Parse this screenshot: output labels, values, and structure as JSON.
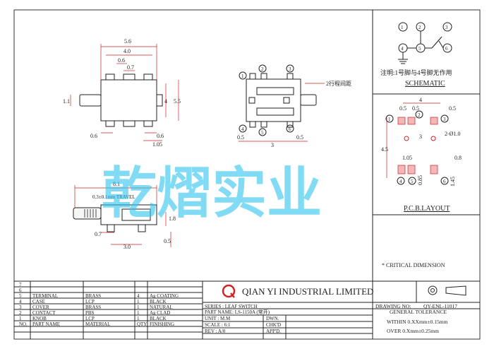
{
  "watermark": "乾熠实业",
  "company": "QIAN YI INDUSTRIAL LIMITED",
  "logo_letter": "Q",
  "drawing_no_label": "DRAWING NO:",
  "drawing_no": "QY-ENL-11017",
  "series": "SERIES : LEAF SWITCH",
  "part_name": "PART NAME: LS-1150A (常开)",
  "unit": "UNIT : M.M",
  "scale": "SCALE : 6:1",
  "rev": "REV  : A/0",
  "dwn": "DWN.",
  "chkd": "CHK'D",
  "appd": "APP'D.",
  "general_tolerance": "GENERAL TOLERANCE",
  "tol_within": "WITHIN 0.XXmm±0.15mm",
  "tol_over": "OVER   0.Xmm±0.25mm",
  "critical_dimension": "* CRITICAL  DIMENSION",
  "schematic_title": "SCHEMATIC",
  "schematic_note": "注明:1号脚与4号脚无作用",
  "pcb_title": "P.C.B.LAYOUT",
  "travel_note": "0.3±0.1mm TRAVEL",
  "travel_gap_note": "2行程间距",
  "bom": {
    "header": {
      "no": "NO.",
      "part": "PART NAME",
      "material": "MATERIAL",
      "qty": "QTY",
      "finishing": "FINISHING"
    },
    "rows": [
      {
        "no": "7",
        "part": "",
        "material": "",
        "qty": "",
        "finishing": ""
      },
      {
        "no": "6",
        "part": "",
        "material": "",
        "qty": "",
        "finishing": ""
      },
      {
        "no": "5",
        "part": "TERMINAL",
        "material": "BRASS",
        "qty": "4",
        "finishing": "Ag COATING"
      },
      {
        "no": "4",
        "part": "CASE",
        "material": "LCP",
        "qty": "1",
        "finishing": "BLACK"
      },
      {
        "no": "3",
        "part": "COVER",
        "material": "BRASS",
        "qty": "1",
        "finishing": "NATURAL"
      },
      {
        "no": "2",
        "part": "CONTACT",
        "material": "PBS",
        "qty": "1",
        "finishing": "Ag CLAD"
      },
      {
        "no": "1",
        "part": "KNOB",
        "material": "LCP",
        "qty": "1",
        "finishing": "BLACK"
      }
    ]
  },
  "dims": {
    "top_5_6": "5.6",
    "top_4_0": "4.0",
    "top_0_6": "0.6",
    "top_0_7": "0.7",
    "top_1_1": "1.1",
    "top_4": "4",
    "top_5_5": "5.5",
    "top_0_6b": "0.6",
    "top_0_6c": "0.6",
    "top_1_05": "1.05",
    "side_0_5a": "0.5",
    "side_3": "3",
    "side_0_5b": "0.5",
    "front_8_1": "8.1",
    "front_1_8": "1.8",
    "front_0_7": "0.7",
    "front_3_0": "3.0",
    "front_0_5": "0.5",
    "pcb_4": "4",
    "pcb_0_5a": "0.5",
    "pcb_0_5b": "0.5",
    "pcb_0_5c": "0.5",
    "pcb_3": "3",
    "pcb_2phi": "2-Ø1.0",
    "pcb_4_5": "4.5",
    "pcb_1_05": "1.05",
    "pcb_0_8": "0.8",
    "pcb_0_85": "0.85",
    "pcb_1_45": "1.45"
  },
  "pins": [
    "1",
    "2",
    "3",
    "4",
    "5",
    "6"
  ]
}
